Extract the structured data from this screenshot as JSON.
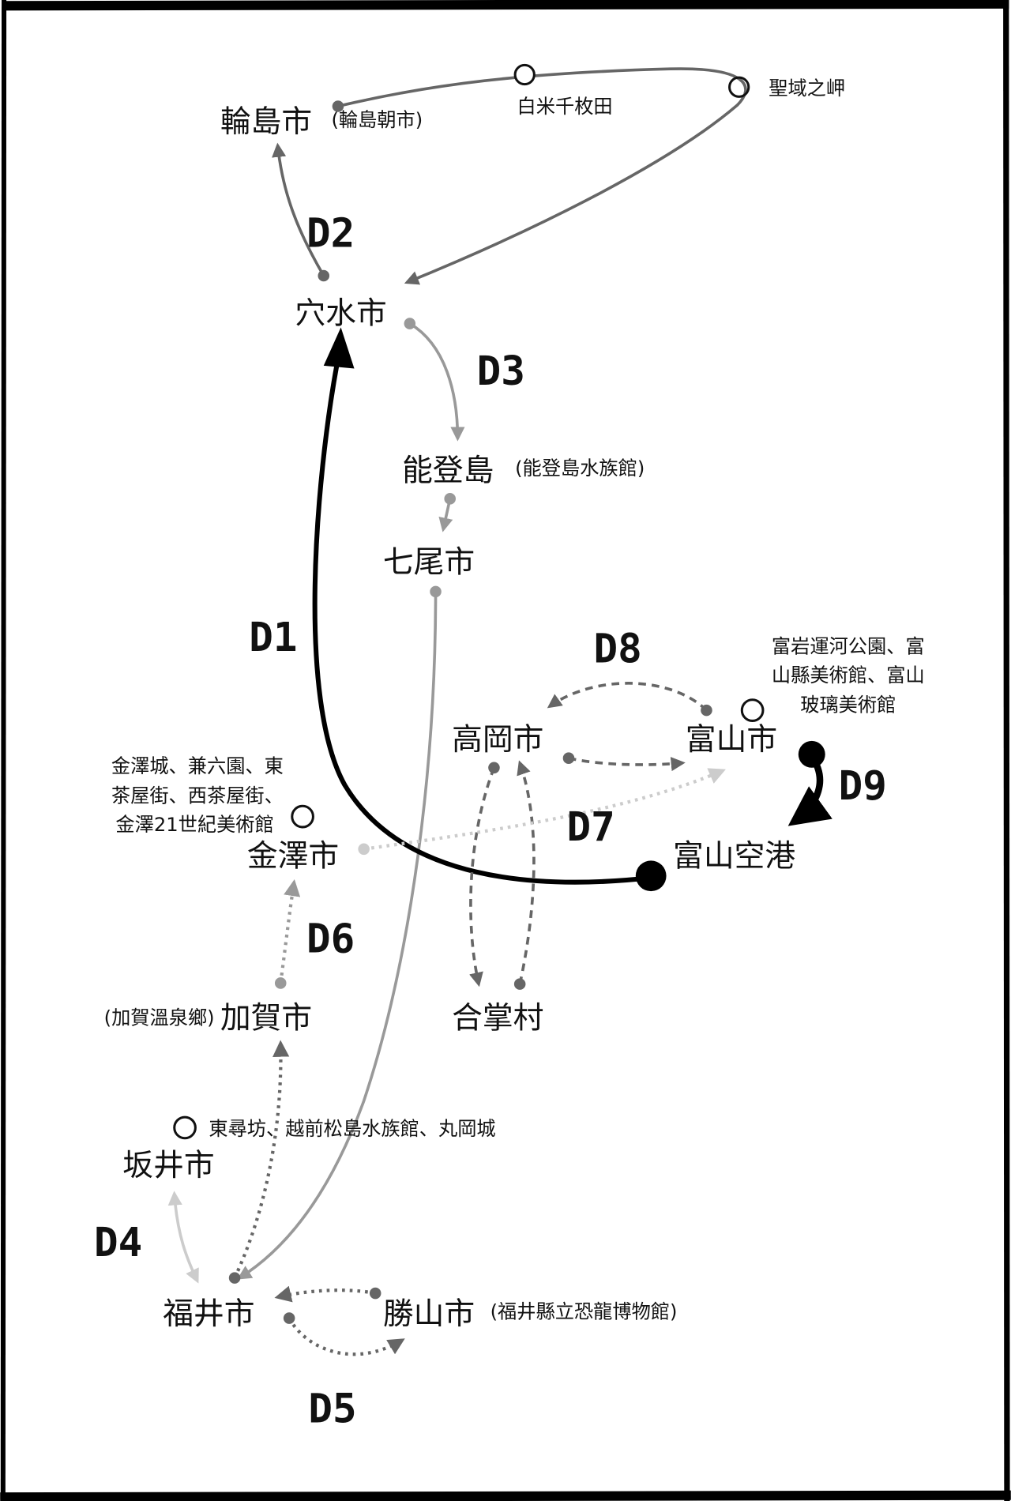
{
  "cities": {
    "wajima": "輪島市",
    "wajima_note": "(輪島朝市)",
    "anamizu": "穴水市",
    "notojima": "能登島",
    "notojima_note": "(能登島水族館)",
    "nanao": "七尾市",
    "takaoka": "高岡市",
    "toyama": "富山市",
    "toyama_airport": "富山空港",
    "kanazawa": "金澤市",
    "gassho": "合掌村",
    "kaga": "加賀市",
    "kaga_note": "(加賀溫泉鄉)",
    "sakai": "坂井市",
    "fukui": "福井市",
    "katsuyama": "勝山市",
    "katsuyama_note": "(福井縣立恐龍博物館)"
  },
  "spots": {
    "shiroyone": "白米千枚田",
    "seiiki": "聖域之岬",
    "toyama_spots": [
      "富岩運河公園、富",
      "山縣美術館、富山",
      "玻璃美術館"
    ],
    "kanazawa_spots": [
      "金澤城、兼六園、東",
      "茶屋街、西茶屋街、",
      "金澤21世紀美術館"
    ],
    "sakai_spots": "東尋坊、越前松島水族館、丸岡城"
  },
  "days": [
    "D1",
    "D2",
    "D3",
    "D4",
    "D5",
    "D6",
    "D7",
    "D8",
    "D9"
  ],
  "colors": {
    "d1": "#000000",
    "d2": "#666666",
    "d3": "#999999",
    "d4": "#cccccc",
    "d5": "#666666",
    "d6": "#999999",
    "d7": "#cccccc",
    "d8": "#666666",
    "d9": "#000000"
  }
}
